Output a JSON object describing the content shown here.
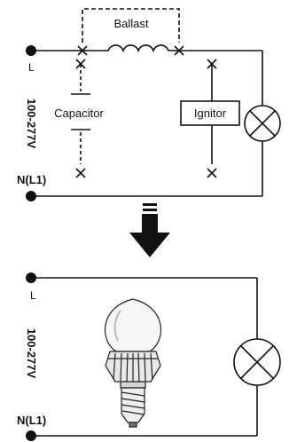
{
  "top_diagram": {
    "ballast_label": "Ballast",
    "capacitor_label": "Capacitor",
    "ignitor_label": "Ignitor",
    "line_label": "L",
    "voltage_label": "100-277V",
    "neutral_label": "N(L1)"
  },
  "bottom_diagram": {
    "line_label": "L",
    "voltage_label": "100-277V",
    "neutral_label": "N(L1)"
  },
  "colors": {
    "ink": "#111111",
    "background": "#ffffff"
  }
}
